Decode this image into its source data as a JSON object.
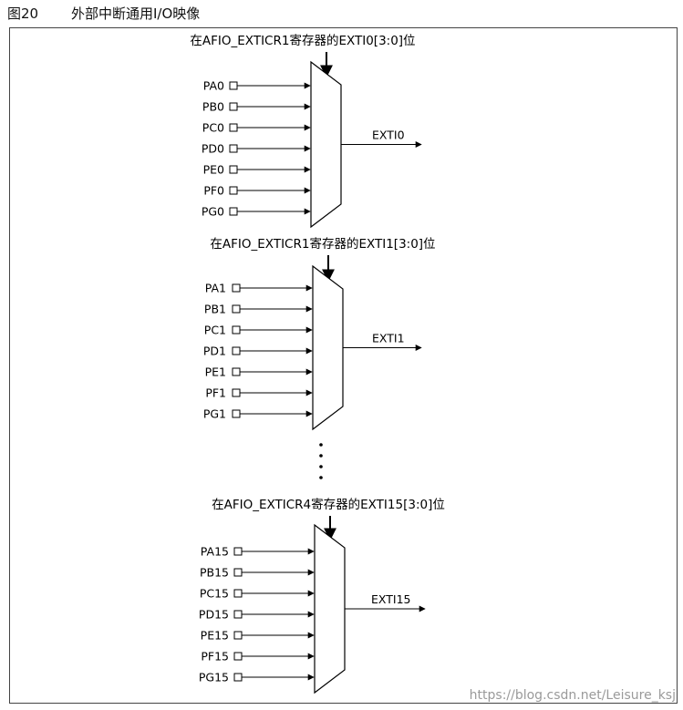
{
  "figure": {
    "number": "图20",
    "title": "外部中断通用I/O映像"
  },
  "muxes": [
    {
      "control": "在AFIO_EXTICR1寄存器的EXTI0[3:0]位",
      "inputs": [
        "PA0",
        "PB0",
        "PC0",
        "PD0",
        "PE0",
        "PF0",
        "PG0"
      ],
      "output": "EXTI0"
    },
    {
      "control": "在AFIO_EXTICR1寄存器的EXTI1[3:0]位",
      "inputs": [
        "PA1",
        "PB1",
        "PC1",
        "PD1",
        "PE1",
        "PF1",
        "PG1"
      ],
      "output": "EXTI1"
    },
    {
      "control": "在AFIO_EXTICR4寄存器的EXTI15[3:0]位",
      "inputs": [
        "PA15",
        "PB15",
        "PC15",
        "PD15",
        "PE15",
        "PF15",
        "PG15"
      ],
      "output": "EXTI15"
    }
  ],
  "watermark": "https://blog.csdn.net/Leisure_ksj"
}
